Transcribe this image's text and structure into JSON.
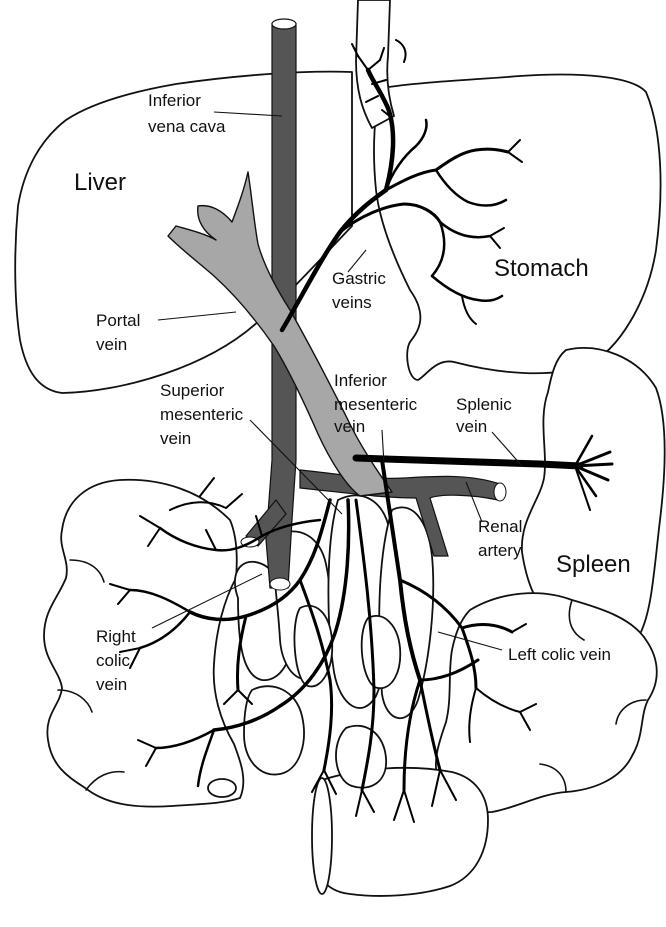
{
  "colors": {
    "vena_cava": "#555555",
    "portal_system": "#a7a7a7",
    "renal_artery": "#555555",
    "veins": "#000000",
    "outline": "#111111"
  },
  "labels": {
    "liver": "Liver",
    "stomach": "Stomach",
    "spleen": "Spleen",
    "inferior_vena_cava": [
      "Inferior",
      "vena cava"
    ],
    "gastric_veins": [
      "Gastric",
      "veins"
    ],
    "portal_vein": [
      "Portal",
      "vein"
    ],
    "superior_mesenteric_vein": [
      "Superior",
      "mesenteric",
      "vein"
    ],
    "inferior_mesenteric_vein": [
      "Inferior",
      "mesenteric",
      "vein"
    ],
    "splenic_vein": [
      "Splenic",
      "vein"
    ],
    "renal_artery": [
      "Renal",
      "artery"
    ],
    "right_colic_vein": [
      "Right",
      "colic",
      "vein"
    ],
    "left_colic_vein": "Left colic vein"
  }
}
